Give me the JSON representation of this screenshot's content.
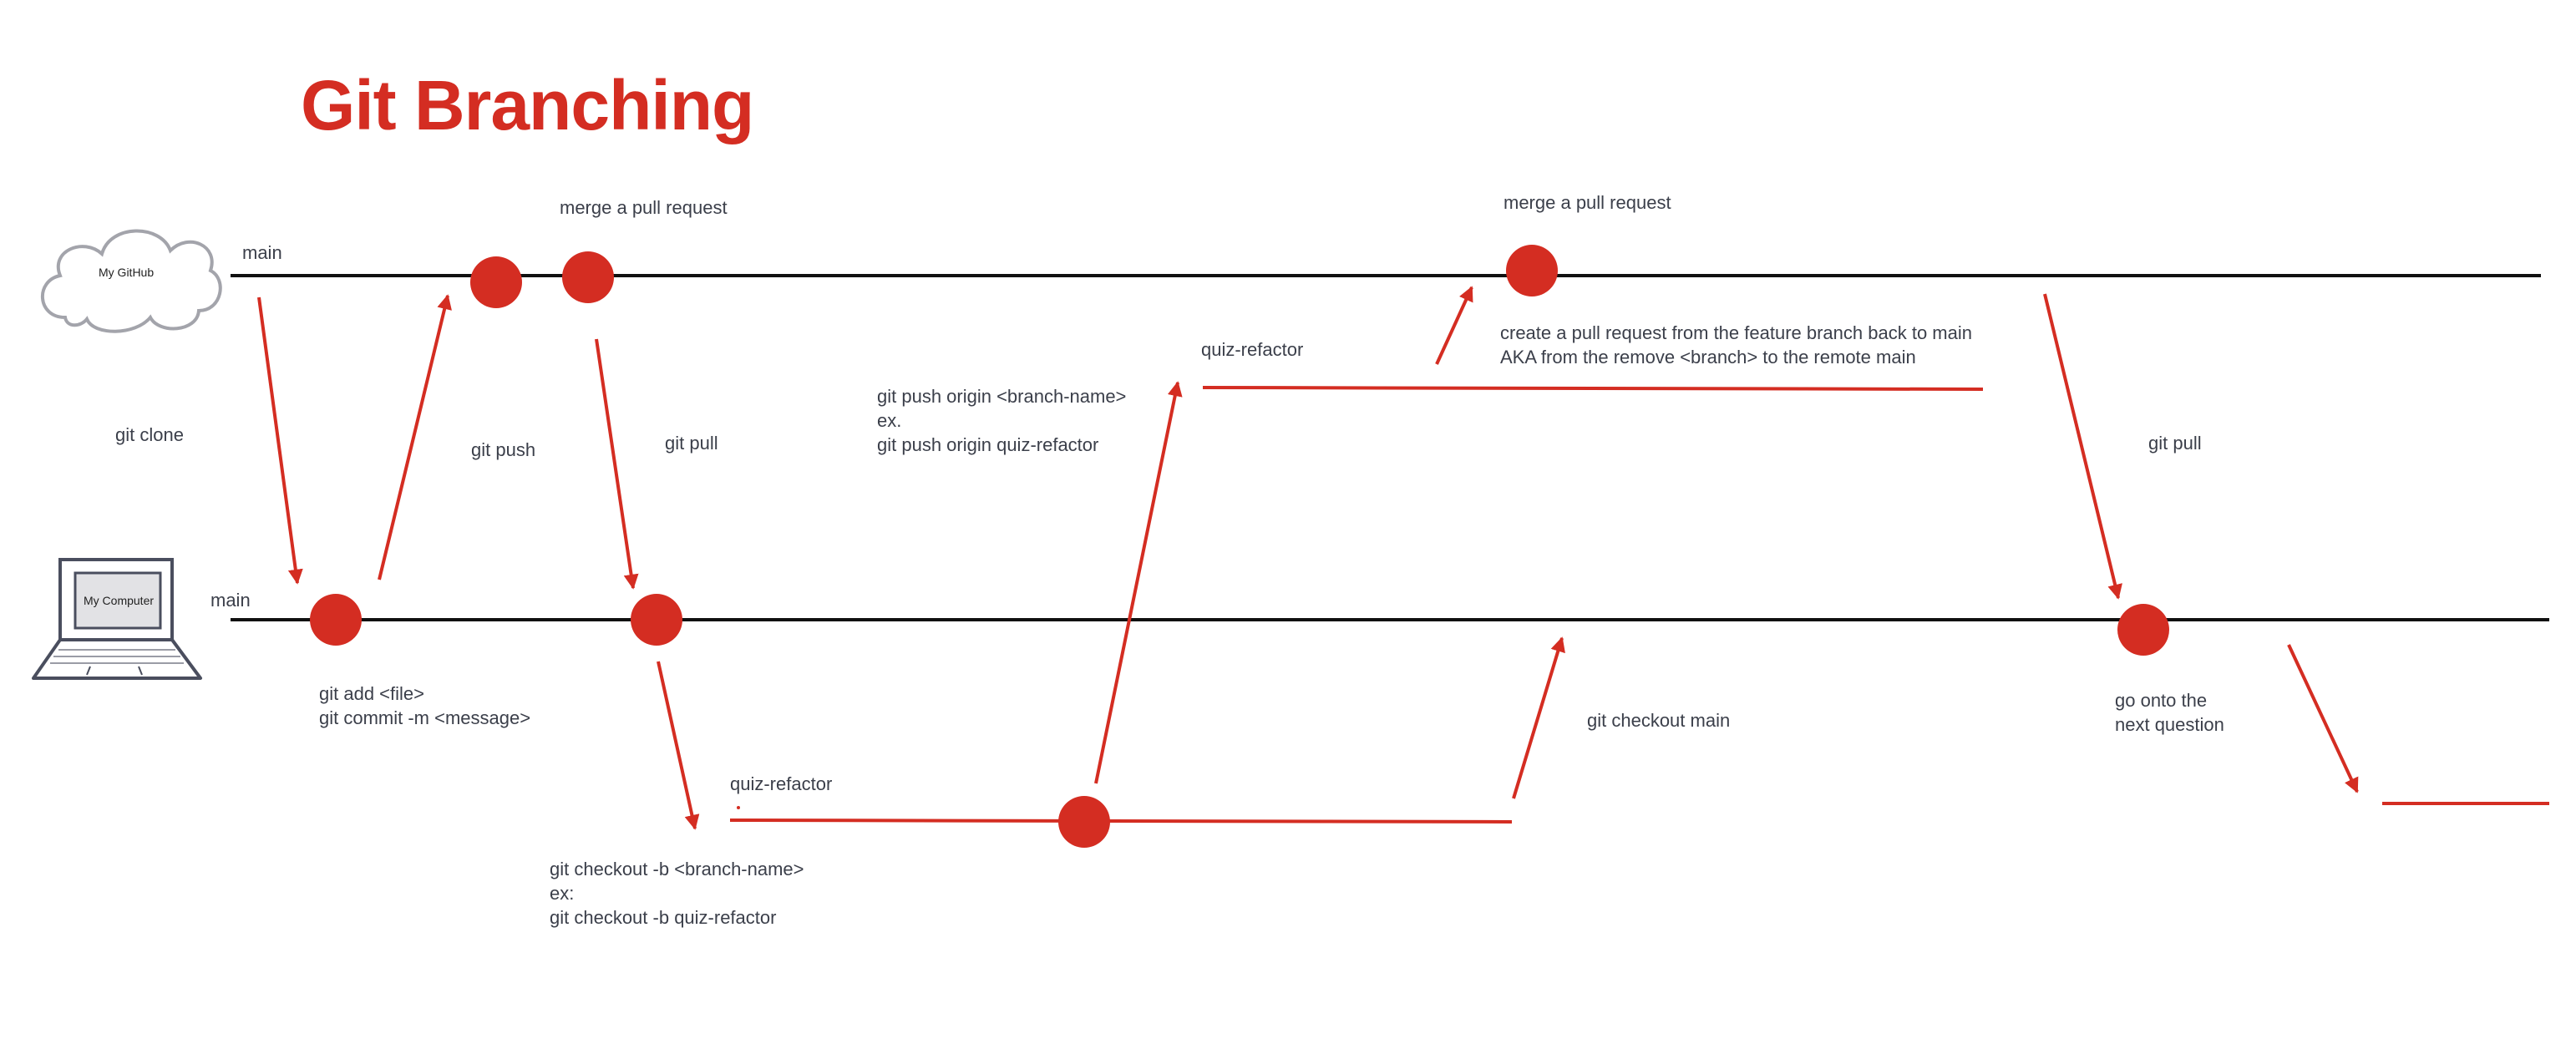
{
  "title": "Git Branching",
  "icons": {
    "cloud": {
      "name": "cloud-icon",
      "label": "My GitHub"
    },
    "laptop": {
      "name": "laptop-icon",
      "label": "My Computer"
    }
  },
  "colors": {
    "accent": "#d42d22",
    "line": "#111111",
    "text": "#3b3f4a"
  },
  "branches": {
    "remote": "main",
    "local": "main",
    "feature_bottom": "quiz-refactor",
    "feature_top": "quiz-refactor"
  },
  "labels": {
    "git_clone": "git clone",
    "git_push": "git push",
    "git_pull_1": "git pull",
    "git_pull_2": "git pull",
    "merge_pr_1": "merge a pull request",
    "merge_pr_2": "merge a pull request",
    "add_commit": "git add <file>\ngit commit -m <message>",
    "checkout_b": "git checkout -b <branch-name>\nex:\ngit checkout -b quiz-refactor",
    "push_origin": "git push origin <branch-name>\nex.\ngit push origin quiz-refactor",
    "create_pr": "create a pull request from the feature branch back to main\nAKA from the remove <branch> to the remote main",
    "checkout_main": "git checkout main",
    "next_question": "go onto the\nnext question"
  }
}
